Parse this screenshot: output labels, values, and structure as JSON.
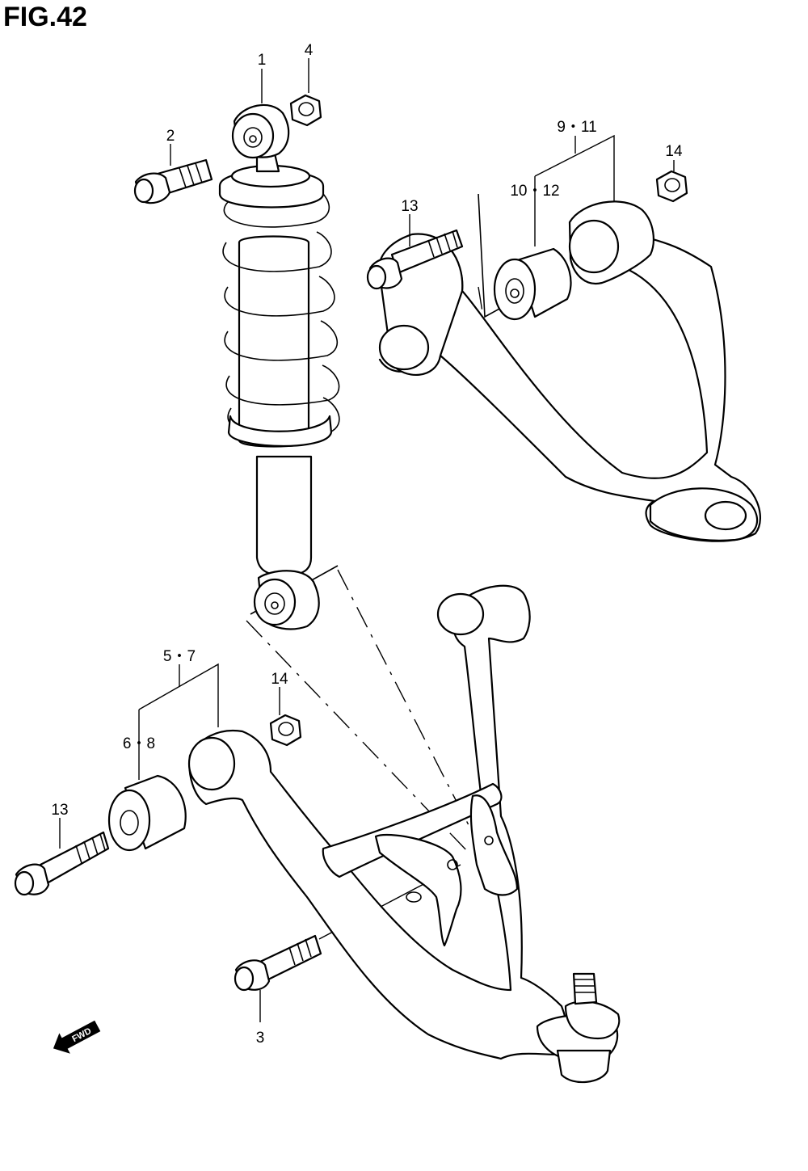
{
  "figure": {
    "title": "FIG.42"
  },
  "callouts": [
    {
      "id": "c1",
      "label": "1"
    },
    {
      "id": "c2",
      "label": "2"
    },
    {
      "id": "c3",
      "label": "3"
    },
    {
      "id": "c4",
      "label": "4"
    },
    {
      "id": "c57",
      "label": "5・7"
    },
    {
      "id": "c68",
      "label": "6・8"
    },
    {
      "id": "c911",
      "label": "9・11"
    },
    {
      "id": "c1012",
      "label": "10・12"
    },
    {
      "id": "c13a",
      "label": "13"
    },
    {
      "id": "c13b",
      "label": "13"
    },
    {
      "id": "c14a",
      "label": "14"
    },
    {
      "id": "c14b",
      "label": "14"
    }
  ],
  "fwd_badge": {
    "label": "FWD"
  }
}
